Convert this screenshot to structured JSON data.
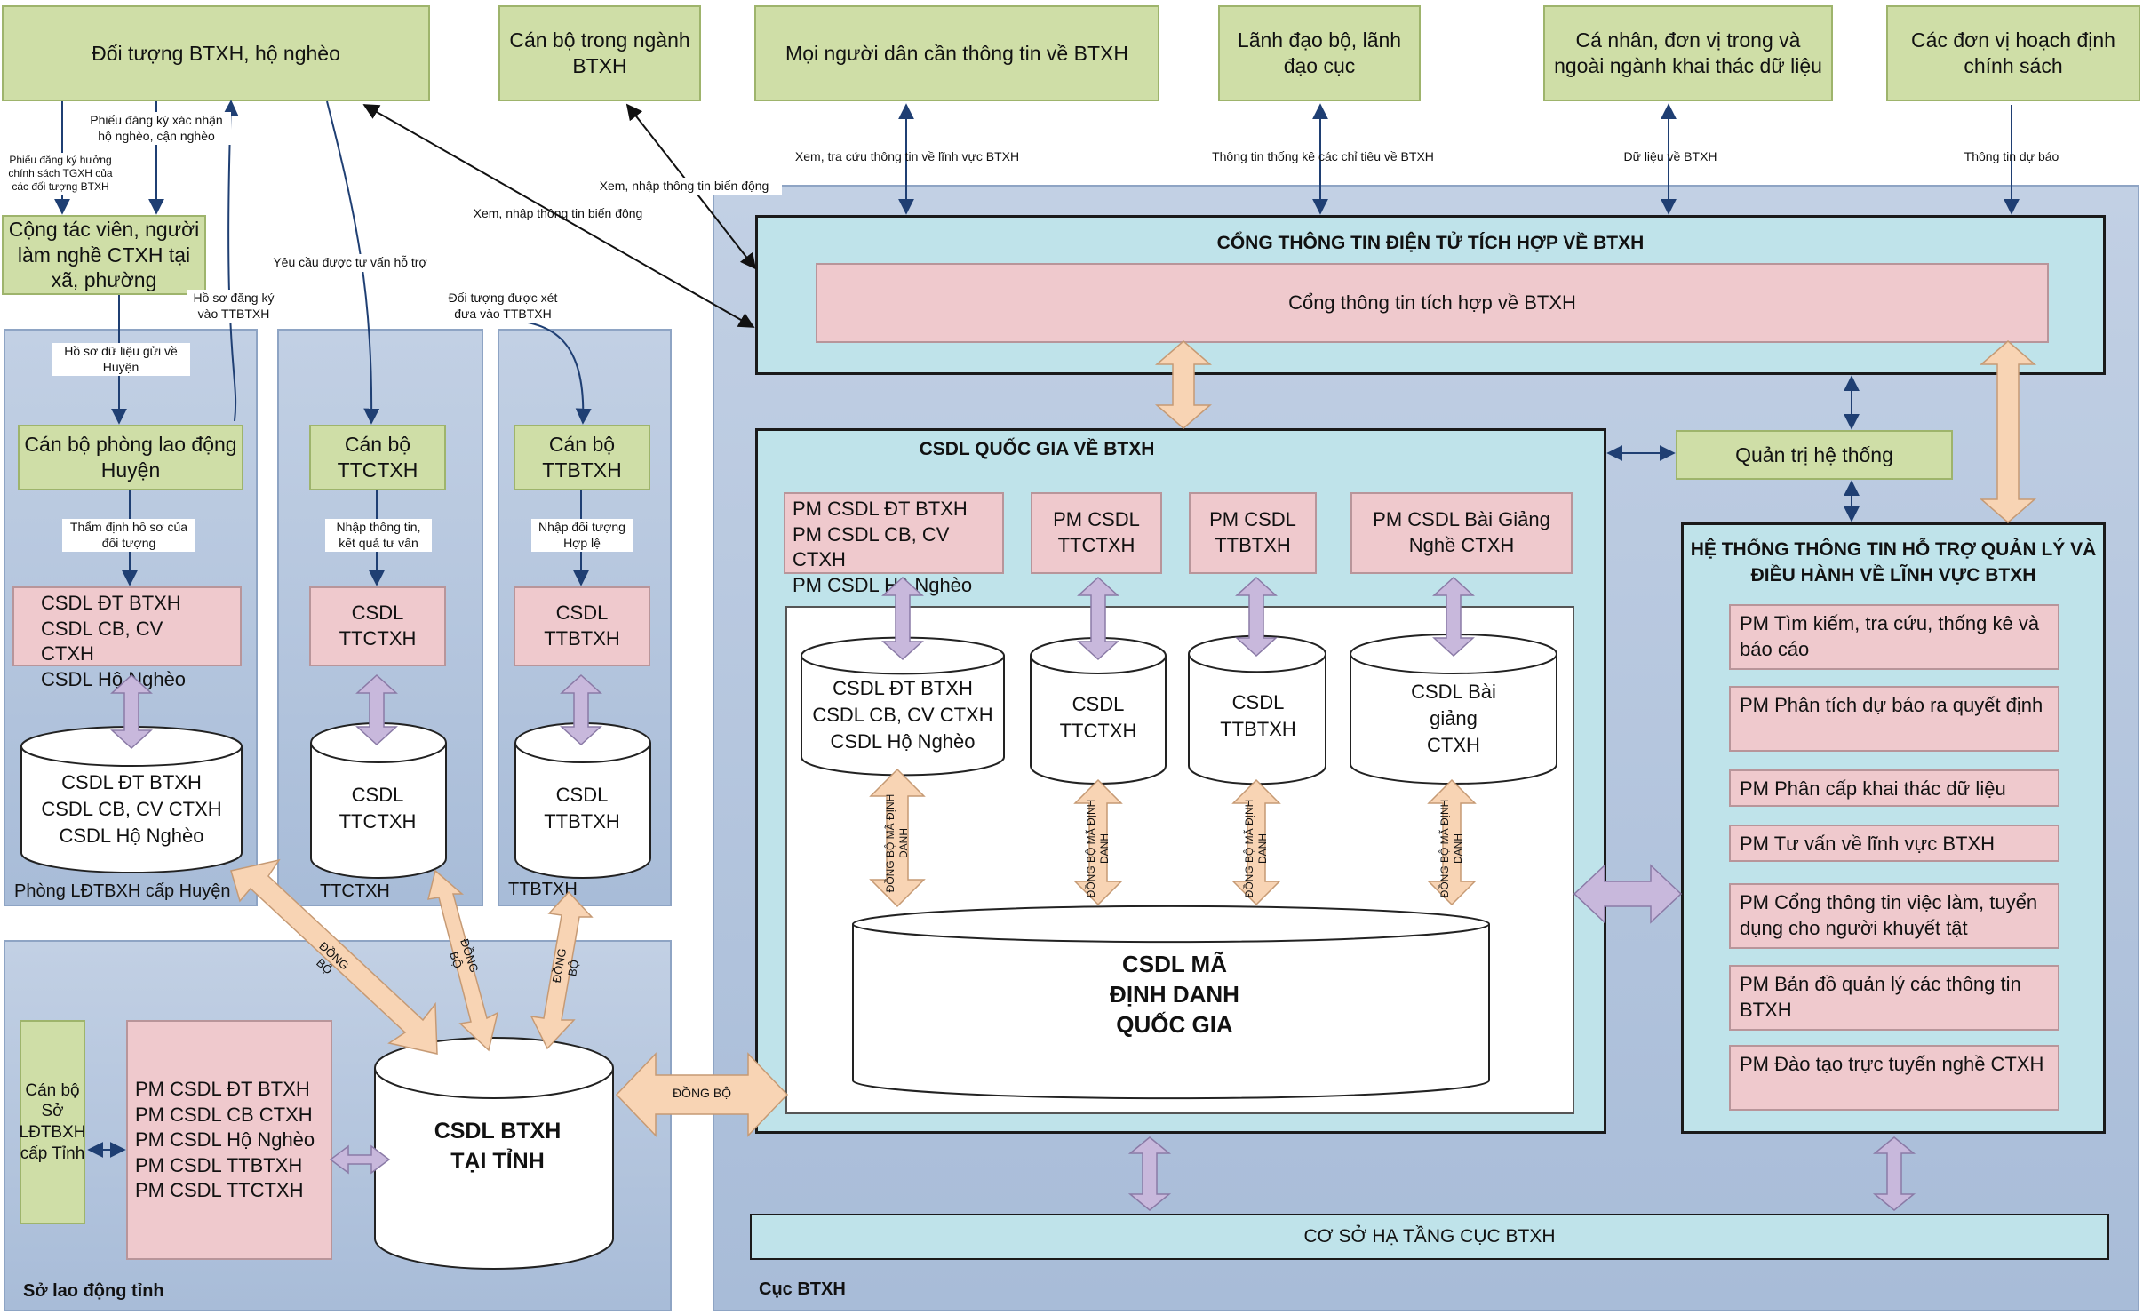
{
  "top_actors": {
    "doi_tuong": "Đối tượng BTXH, hộ nghèo",
    "can_bo_nganh": "Cán bộ trong ngành BTXH",
    "nguoi_dan": "Mọi người dân cần thông tin về BTXH",
    "lanh_dao": "Lãnh đạo bộ, lãnh đạo cục",
    "ca_nhan": "Cá nhân, đơn vị trong và ngoài ngành khai thác dữ liệu",
    "hoach_dinh": "Các đơn vị hoạch định chính sách"
  },
  "flow_labels": {
    "phieu_dang_ky_chinh_sach": "Phiếu đăng ký hưởng chính sách TGXH của các đối tượng BTXH",
    "phieu_xac_nhan": "Phiếu đăng ký xác nhận hộ nghèo, cận nghèo",
    "ho_so_gui_huyen": "Hồ sơ dữ liệu gửi về Huyện",
    "ho_so_dang_ky_ttbtxh": "Hồ sơ đăng ký vào TTBTXH",
    "yeu_cau_tu_van": "Yêu cầu được tư vấn hỗ trợ",
    "doi_tuong_xet": "Đối tượng được xét đưa vào TTBTXH",
    "xem_nhap_1": "Xem, nhập thông tin biến động",
    "xem_nhap_2": "Xem, nhập thông tin biến động",
    "xem_tra_cuu": "Xem, tra cứu thông tin về lĩnh vực BTXH",
    "thong_tin_thong_ke": "Thông tin thống kê các chỉ tiêu về BTXH",
    "du_lieu_btxh": "Dữ liệu về BTXH",
    "thong_tin_du_bao": "Thông tin dự báo",
    "tham_dinh": "Thẩm định hồ sơ của đối tượng",
    "nhap_thong_tin": "Nhập thông tin, kết quả tư vấn",
    "nhap_doi_tuong": "Nhập đối tượng Hợp lệ",
    "dong_bo": "ĐỒNG BỘ",
    "dong_bo_small": "ĐỒNG BỘ",
    "dong_bo_ma_1": "ĐỒNG BỘ MÃ ĐỊNH DANH",
    "dong_bo_ma_2": "ĐỒNG BỘ MÃ ĐỊNH DANH",
    "dong_bo_ma_3": "ĐỒNG BỘ MÃ ĐỊNH DANH",
    "dong_bo_ma_4": "ĐỒNG BỘ MÃ ĐỊNH DANH",
    "dong_bo_ctv": "ĐỒNG BỘ",
    "dong_bo_ttbtxh": "ĐỒNG BỘ",
    "dong_bo_ttctxh": "ĐỒNG BỘ"
  },
  "ctv": "Cộng tác viên, người làm nghề CTXH tại xã, phường",
  "huyen": {
    "region_label": "Phòng LĐTBXH cấp Huyện",
    "can_bo": "Cán bộ phòng lao động Huyện",
    "pink": [
      "CSDL ĐT BTXH",
      "CSDL CB, CV CTXH",
      "CSDL Hộ Nghèo"
    ],
    "cyl": [
      "CSDL ĐT BTXH",
      "CSDL CB, CV CTXH",
      "CSDL Hộ Nghèo"
    ]
  },
  "ttctxh": {
    "region_label": "TTCTXH",
    "can_bo": "Cán bộ TTCTXH",
    "pink": "CSDL TTCTXH",
    "cyl": "CSDL TTCTXH"
  },
  "ttbtxh": {
    "region_label": "TTBTXH",
    "can_bo": "Cán bộ TTBTXH",
    "pink": "CSDL TTBTXH",
    "cyl": "CSDL TTBTXH"
  },
  "tinh": {
    "region_label": "Sở lao động tỉnh",
    "can_bo": "Cán bộ Sở LĐTBXH cấp Tỉnh",
    "pm": [
      "PM CSDL ĐT BTXH",
      "PM CSDL CB CTXH",
      "PM CSDL Hộ Nghèo",
      "PM CSDL TTBTXH",
      "PM CSDL TTCTXH"
    ],
    "cyl": "CSDL BTXH TẠI TỈNH"
  },
  "cuc": {
    "region_label": "Cục BTXH",
    "portal_title": "CỔNG THÔNG TIN ĐIỆN TỬ TÍCH HỢP VỀ BTXH",
    "portal_inner": "Cổng thông tin tích hợp về BTXH",
    "csdl_qg_title": "CSDL QUỐC GIA VỀ BTXH",
    "pm_boxes": [
      "PM CSDL ĐT BTXH\nPM CSDL CB, CV CTXH\nPM CSDL Hộ Nghèo",
      "PM CSDL TTCTXH",
      "PM CSDL TTBTXH",
      "PM CSDL Bài Giảng Nghề CTXH"
    ],
    "cyls": [
      "CSDL ĐT BTXH\nCSDL CB, CV CTXH\nCSDL Hộ Nghèo",
      "CSDL TTCTXH",
      "CSDL TTBTXH",
      "CSDL Bài giảng CTXH"
    ],
    "ma_dinh_danh": "CSDL MÃ ĐỊNH DANH QUỐC GIA",
    "quan_tri": "Quản trị hệ thống",
    "he_thong_title": "HỆ THỐNG THÔNG TIN HỖ TRỢ QUẢN LÝ VÀ ĐIỀU HÀNH VỀ LĨNH VỰC BTXH",
    "he_thong_items": [
      "PM Tìm kiếm, tra cứu, thống kê và báo cáo",
      "PM Phân tích dự báo ra quyết định",
      "PM Phân cấp khai thác dữ liệu",
      "PM Tư vấn về lĩnh vực BTXH",
      "PM Cổng thông tin việc làm, tuyển dụng cho người khuyết tật",
      "PM Bản đồ quản lý các thông tin BTXH",
      "PM Đào tạo trực tuyến nghề CTXH"
    ],
    "ha_tang": "CƠ SỞ HẠ TẦNG CỤC BTXH"
  },
  "colors": {
    "green": "#cfdea7",
    "pink": "#efc9cd",
    "cyan": "#bfe3ea",
    "region": "#b4c6de",
    "peach": "#f8d4b4",
    "lavender": "#c8b8dc",
    "arrow": "#1f3f73"
  }
}
